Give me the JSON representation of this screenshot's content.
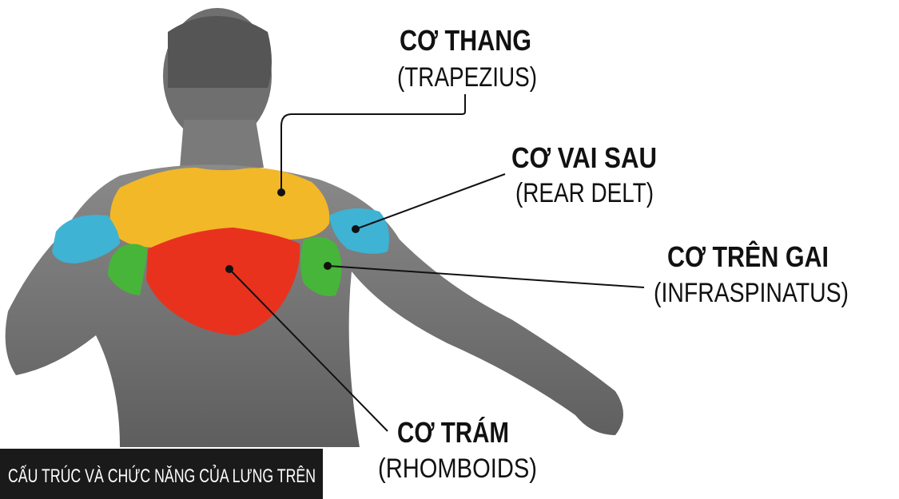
{
  "labels": {
    "trapezius": {
      "vi": "CƠ THANG",
      "en": "(TRAPEZIUS)"
    },
    "rear_delt": {
      "vi": "CƠ VAI SAU",
      "en": "(REAR DELT)"
    },
    "infraspinatus": {
      "vi": "CƠ TRÊN GAI",
      "en": "(INFRASPINATUS)"
    },
    "rhomboids": {
      "vi": "CƠ TRÁM",
      "en": "(RHOMBOIDS)"
    }
  },
  "caption": "CẤU TRÚC VÀ CHỨC NĂNG CỦA LƯNG TRÊN",
  "colors": {
    "trapezius": "#f2b827",
    "rear_delt": "#3fb3d3",
    "infraspinatus": "#47b53a",
    "rhomboids": "#e8321e"
  }
}
